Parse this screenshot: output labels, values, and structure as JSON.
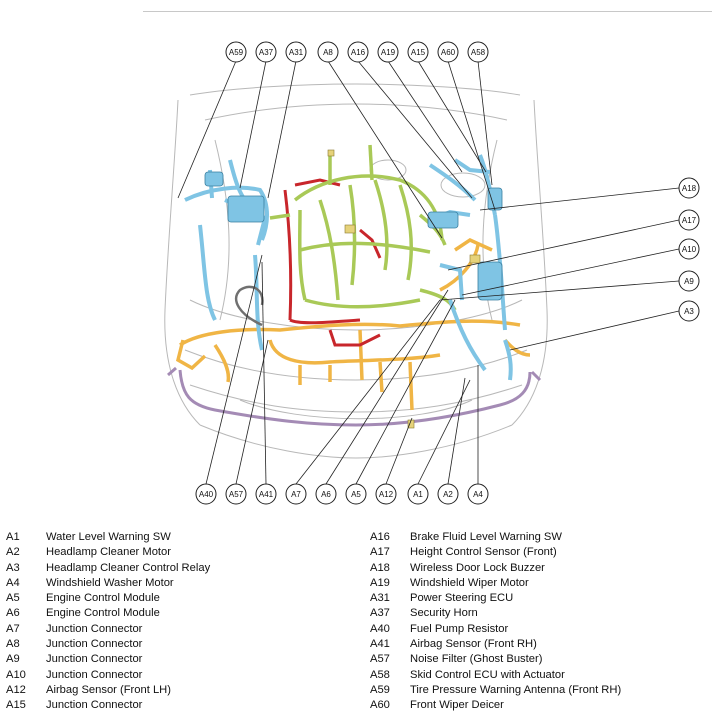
{
  "callouts_top": [
    "A59",
    "A37",
    "A31",
    "A8",
    "A16",
    "A19",
    "A15",
    "A60",
    "A58"
  ],
  "callouts_right": [
    "A18",
    "A17",
    "A10",
    "A9",
    "A3"
  ],
  "callouts_bottom": [
    "A40",
    "A57",
    "A41",
    "A7",
    "A6",
    "A5",
    "A12",
    "A1",
    "A2",
    "A4"
  ],
  "legend_left": [
    {
      "code": "A1",
      "desc": "Water Level Warning SW"
    },
    {
      "code": "A2",
      "desc": "Headlamp Cleaner Motor"
    },
    {
      "code": "A3",
      "desc": "Headlamp Cleaner Control Relay"
    },
    {
      "code": "A4",
      "desc": "Windshield Washer Motor"
    },
    {
      "code": "A5",
      "desc": "Engine Control Module"
    },
    {
      "code": "A6",
      "desc": "Engine Control Module"
    },
    {
      "code": "A7",
      "desc": "Junction Connector"
    },
    {
      "code": "A8",
      "desc": "Junction Connector"
    },
    {
      "code": "A9",
      "desc": "Junction Connector"
    },
    {
      "code": "A10",
      "desc": "Junction Connector"
    },
    {
      "code": "A12",
      "desc": "Airbag Sensor (Front LH)"
    },
    {
      "code": "A15",
      "desc": "Junction Connector"
    }
  ],
  "legend_right": [
    {
      "code": "A16",
      "desc": "Brake Fluid Level Warning SW"
    },
    {
      "code": "A17",
      "desc": "Height Control Sensor (Front)"
    },
    {
      "code": "A18",
      "desc": "Wireless Door Lock Buzzer"
    },
    {
      "code": "A19",
      "desc": "Windshield Wiper Motor"
    },
    {
      "code": "A31",
      "desc": "Power Steering ECU"
    },
    {
      "code": "A37",
      "desc": "Security Horn"
    },
    {
      "code": "A40",
      "desc": "Fuel Pump Resistor"
    },
    {
      "code": "A41",
      "desc": "Airbag Sensor (Front RH)"
    },
    {
      "code": "A57",
      "desc": "Noise Filter (Ghost Buster)"
    },
    {
      "code": "A58",
      "desc": "Skid Control ECU with Actuator"
    },
    {
      "code": "A59",
      "desc": "Tire Pressure Warning Antenna (Front RH)"
    },
    {
      "code": "A60",
      "desc": "Front Wiper Deicer"
    }
  ],
  "colors": {
    "harness_blue": "#7fc4e4",
    "harness_green": "#a9c957",
    "harness_orange": "#f0b545",
    "harness_red": "#c8262b",
    "harness_purple": "#a48bb5",
    "harness_gray": "#707070",
    "outline": "#b8b8b8",
    "callout_stroke": "#222222"
  }
}
